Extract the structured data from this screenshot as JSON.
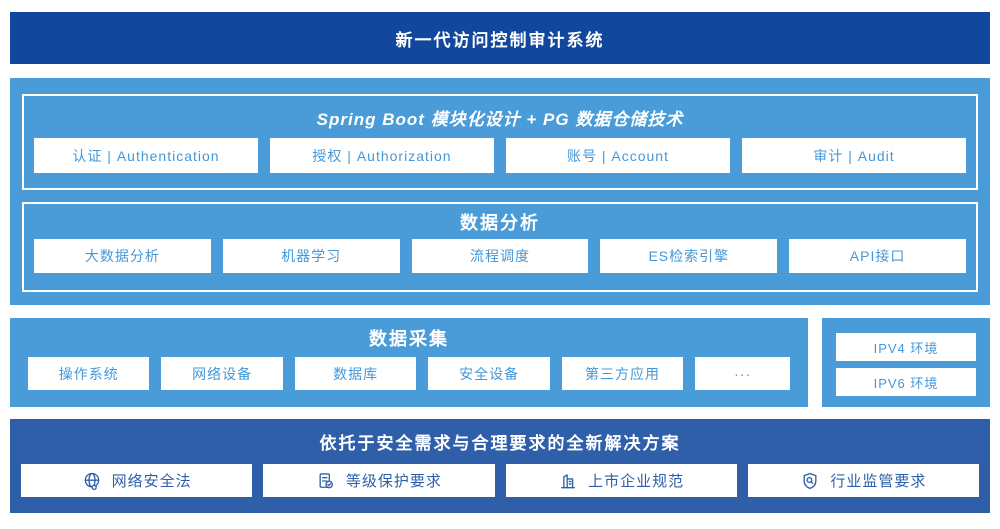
{
  "colors": {
    "banner_bg": "#12479E",
    "light_panel_bg": "#499CD8",
    "dark_panel_bg": "#2E5FA8",
    "box_text_blue": "#4498D8",
    "white": "#ffffff"
  },
  "banner": {
    "title": "新一代访问控制审计系统"
  },
  "platform": {
    "spring": {
      "title": "Spring Boot 模块化设计 + PG 数据仓储技术",
      "items": [
        "认证 | Authentication",
        "授权 | Authorization",
        "账号 | Account",
        "审计 | Audit"
      ]
    },
    "analysis": {
      "title": "数据分析",
      "items": [
        "大数据分析",
        "机器学习",
        "流程调度",
        "ES检索引擎",
        "API接口"
      ]
    }
  },
  "collection": {
    "title": "数据采集",
    "items": [
      "操作系统",
      "网络设备",
      "数据库",
      "安全设备",
      "第三方应用",
      "···"
    ]
  },
  "environment": {
    "items": [
      "IPV4 环境",
      "IPV6 环境"
    ]
  },
  "solution": {
    "title": "依托于安全需求与合理要求的全新解决方案",
    "items": [
      {
        "icon": "globe-icon",
        "label": "网络安全法"
      },
      {
        "icon": "document-check-icon",
        "label": "等级保护要求"
      },
      {
        "icon": "building-icon",
        "label": "上市企业规范"
      },
      {
        "icon": "shield-search-icon",
        "label": "行业监管要求"
      }
    ]
  }
}
